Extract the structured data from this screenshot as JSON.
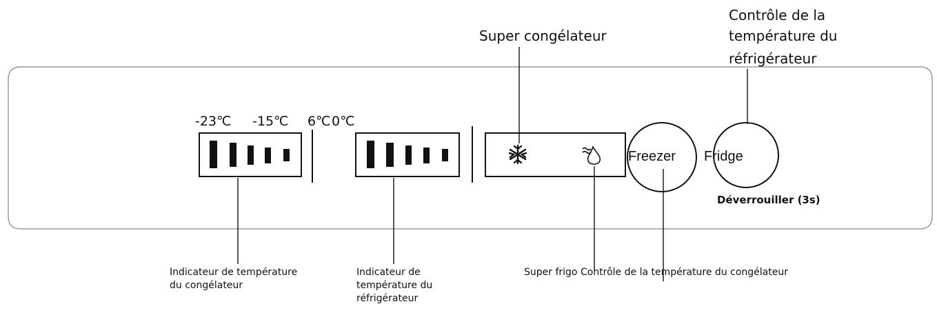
{
  "callouts": {
    "super_freezer": "Super congélateur",
    "fridge_temp_control": [
      "Contrôle de la",
      "température du",
      "réfrigérateur"
    ],
    "freezer_indicator": [
      "Indicateur de température",
      "du congélateur"
    ],
    "fridge_indicator": [
      "Indicateur de",
      "température du",
      "réfrigérateur"
    ],
    "super_fridge_and_freezer_control": "Super frigo Contrôle de la température du congélateur",
    "unlock": "Déverrouiller (3s)"
  },
  "temperatures": {
    "freezer_min": "-23℃",
    "freezer_max": "-15℃",
    "fridge_max": "6℃",
    "fridge_min": "0℃"
  },
  "buttons": {
    "freezer": "Freezer",
    "fridge": "Fridge"
  },
  "icons": {
    "super_freezer": "snowflake-icon",
    "super_fridge": "droplet-wave-icon"
  },
  "indicators": {
    "freezer_segments": 5,
    "fridge_segments": 5
  }
}
